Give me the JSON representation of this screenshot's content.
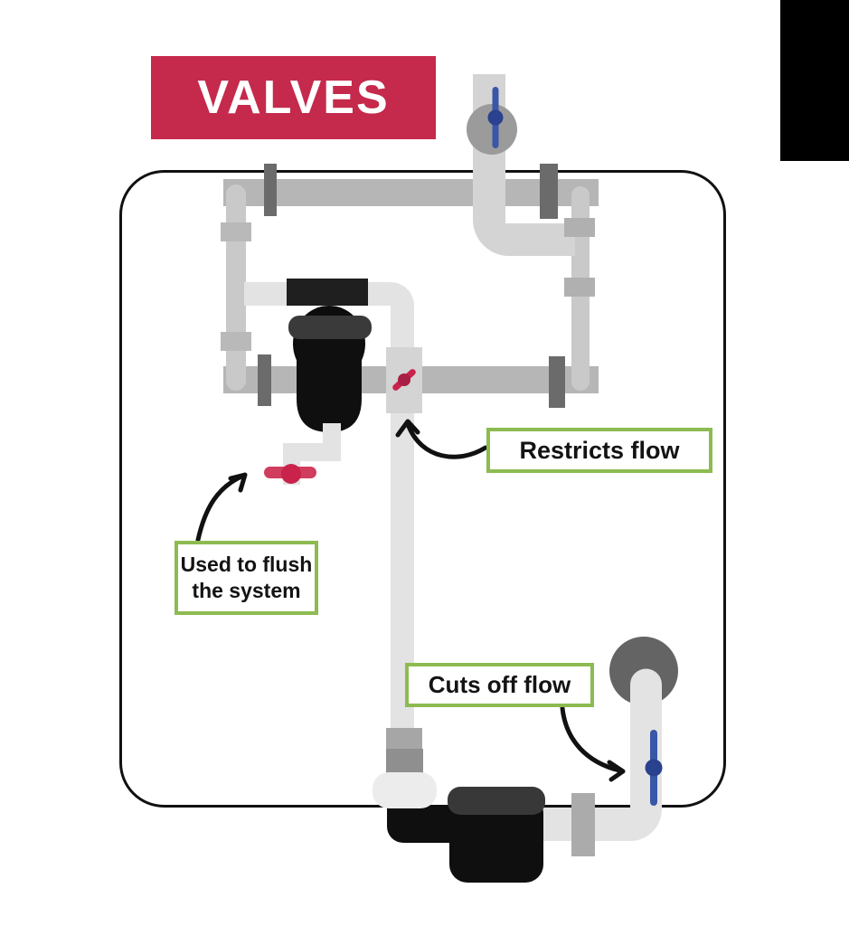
{
  "banner": {
    "text": "VALVES",
    "bg": "#c5294b",
    "fg": "#ffffff"
  },
  "labels": {
    "restricts": {
      "text": "Restricts flow"
    },
    "flush": {
      "text": "Used to flush\nthe system"
    },
    "cuts": {
      "text": "Cuts off flow"
    }
  },
  "colors": {
    "callout_border_green": "#8dbb51",
    "arrow_black": "#111111",
    "valve_red": "#c9234c",
    "valve_red_dark": "#a81e44",
    "valve_red_bright": "#d13d5e",
    "valve_blue": "#3a57a7",
    "valve_blue_dark": "#29418e",
    "pipe_medium_gray": "#b6b6b6",
    "pipe_gray": "#c9c9c9",
    "pipe_light": "#e3e3e3",
    "fitting_dark": "#6b6b6b",
    "filter_black": "#0f0f0f"
  }
}
